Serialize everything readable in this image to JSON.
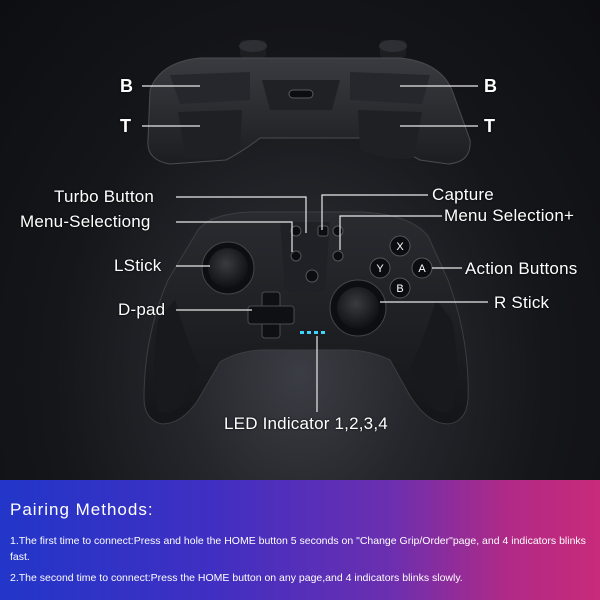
{
  "labels": {
    "top_b_left": "B",
    "top_b_right": "B",
    "top_t_left": "T",
    "top_t_right": "T",
    "turbo": "Turbo Button",
    "menu_minus": "Menu-Selectiong",
    "capture": "Capture",
    "menu_plus": "Menu Selection+",
    "lstick": "LStick",
    "dpad": "D-pad",
    "action": "Action Buttons",
    "rstick": "R Stick",
    "led": "LED Indicator 1,2,3,4"
  },
  "face_buttons": {
    "x": "X",
    "y": "Y",
    "a": "A",
    "b": "B"
  },
  "pairing": {
    "title": "Pairing Methods:",
    "step1": "1.The first time to connect:Press and hole the HOME button 5 seconds on \"Change Grip/Order\"page, and 4 indicators blinks fast.",
    "step2": "2.The second time to connect:Press the HOME button on any page,and 4 indicators blinks slowly."
  },
  "colors": {
    "panel_left": "#2236c9",
    "panel_right": "#c82b7a",
    "led": "#3fd3ff"
  }
}
